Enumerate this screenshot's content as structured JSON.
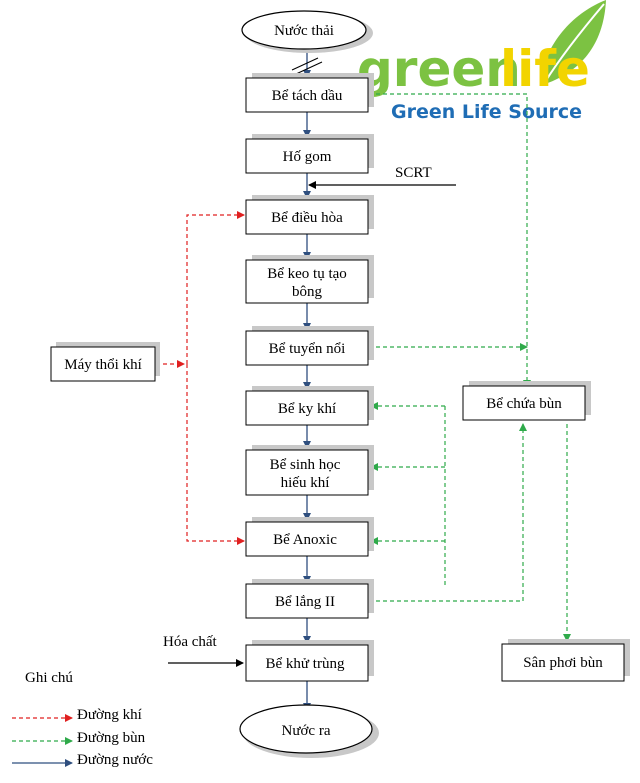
{
  "logo": {
    "text_green": "green",
    "text_life": "life",
    "subtitle": "Green Life Source",
    "colors": {
      "green": "#7cc242",
      "yellow": "#f2d400",
      "blue": "#1f6db5"
    }
  },
  "nodes": {
    "nuoc_thai": "Nước thải",
    "be_tach_dau": "Bể tách dầu",
    "ho_gom": "Hố gom",
    "be_dieu_hoa": "Bể điều hòa",
    "be_keo_tu_1": "Bể keo tụ tạo",
    "be_keo_tu_2": "bông",
    "be_tuyen_noi": "Bể tuyển nổi",
    "be_ky_khi": "Bể ky khí",
    "be_sinh_hoc_1": "Bể sinh học",
    "be_sinh_hoc_2": "hiếu khí",
    "be_anoxic": "Bể Anoxic",
    "be_lang": "Bể lắng II",
    "be_khu_trung": "Bể khử trùng",
    "nuoc_ra": "Nước ra",
    "may_thoi_khi": "Máy thổi khí",
    "be_chua_bun": "Bể chứa bùn",
    "san_phoi_bun": "Sân phơi bùn"
  },
  "inputs": {
    "scrt": "SCRT",
    "hoa_chat": "Hóa chất"
  },
  "legend": {
    "title": "Ghi chú",
    "air": "Đường khí",
    "sludge": "Đường bùn",
    "water": "Đường nước"
  },
  "colors": {
    "air_line": "#e02020",
    "sludge_line": "#2faa4a",
    "water_line": "#2f4f7f",
    "shadow": "#c8c8c8",
    "border": "#000000"
  }
}
